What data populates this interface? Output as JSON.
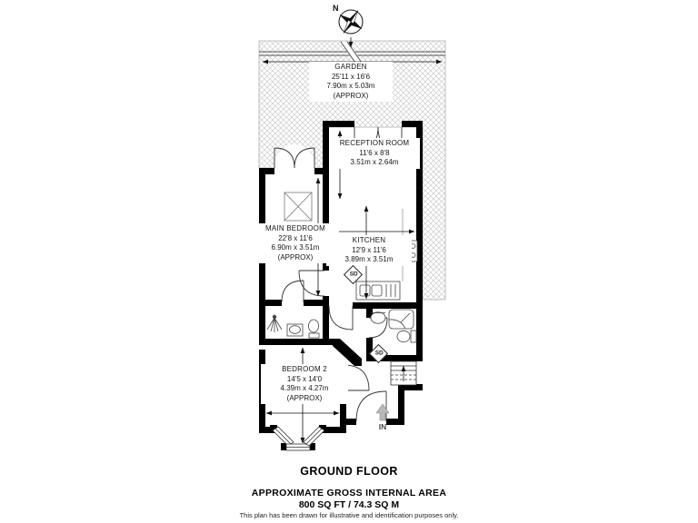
{
  "compass": {
    "north_label": "N"
  },
  "plan": {
    "garden": {
      "name": "GARDEN",
      "dims_imperial": "25'11 x 16'6",
      "dims_metric": "7.90m x 5.03m",
      "approx": "(APPROX)"
    },
    "reception": {
      "name": "RECEPTION ROOM",
      "dims_imperial": "11'6 x 8'8",
      "dims_metric": "3.51m x 2.64m"
    },
    "kitchen": {
      "name": "KITCHEN",
      "dims_imperial": "12'9 x 11'6",
      "dims_metric": "3.89m x 3.51m"
    },
    "main_bedroom": {
      "name": "MAIN BEDROOM",
      "dims_imperial": "22'8 x 11'6",
      "dims_metric": "6.90m x 3.51m",
      "approx": "(APPROX)"
    },
    "bedroom2": {
      "name": "BEDROOM 2",
      "dims_imperial": "14'5 x 14'0",
      "dims_metric": "4.39m x 4.27m",
      "approx": "(APPROX)"
    },
    "smoke_detector_label": "SD",
    "entrance_label": "IN"
  },
  "footer": {
    "floor_title": "GROUND FLOOR",
    "area_heading": "APPROXIMATE GROSS INTERNAL AREA",
    "area_value": "800 SQ FT / 74.3 SQ M",
    "disclaimer": "This plan has been drawn for illustrative and identification purposes only."
  },
  "colors": {
    "wall": "#000000",
    "hatch": "#cccccc",
    "in_arrow": "#b8b8b8"
  }
}
